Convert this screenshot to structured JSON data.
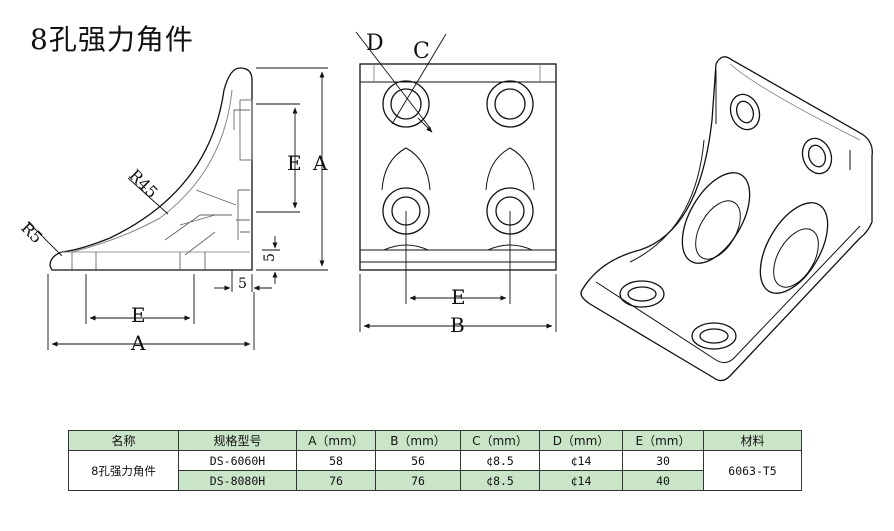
{
  "title": "8孔强力角件",
  "side_view": {
    "labels": {
      "r5": "R5",
      "r45": "R45",
      "e_vertical": "E",
      "a_vertical": "A",
      "five_vertical": "5",
      "five_horizontal": "5",
      "e_horizontal": "E",
      "a_horizontal": "A"
    }
  },
  "front_view": {
    "labels": {
      "d": "D",
      "c": "C",
      "e": "E",
      "b": "B"
    }
  },
  "table": {
    "headers": [
      "名称",
      "规格型号",
      "A（mm）",
      "B（mm）",
      "C（mm）",
      "D（mm）",
      "E（mm）",
      "材料"
    ],
    "name": "8孔强力角件",
    "material": "6063-T5",
    "rows": [
      {
        "model": "DS-6060H",
        "a": "58",
        "b": "56",
        "c": "¢8.5",
        "d": "¢14",
        "e": "30"
      },
      {
        "model": "DS-8080H",
        "a": "76",
        "b": "76",
        "c": "¢8.5",
        "d": "¢14",
        "e": "40"
      }
    ]
  }
}
